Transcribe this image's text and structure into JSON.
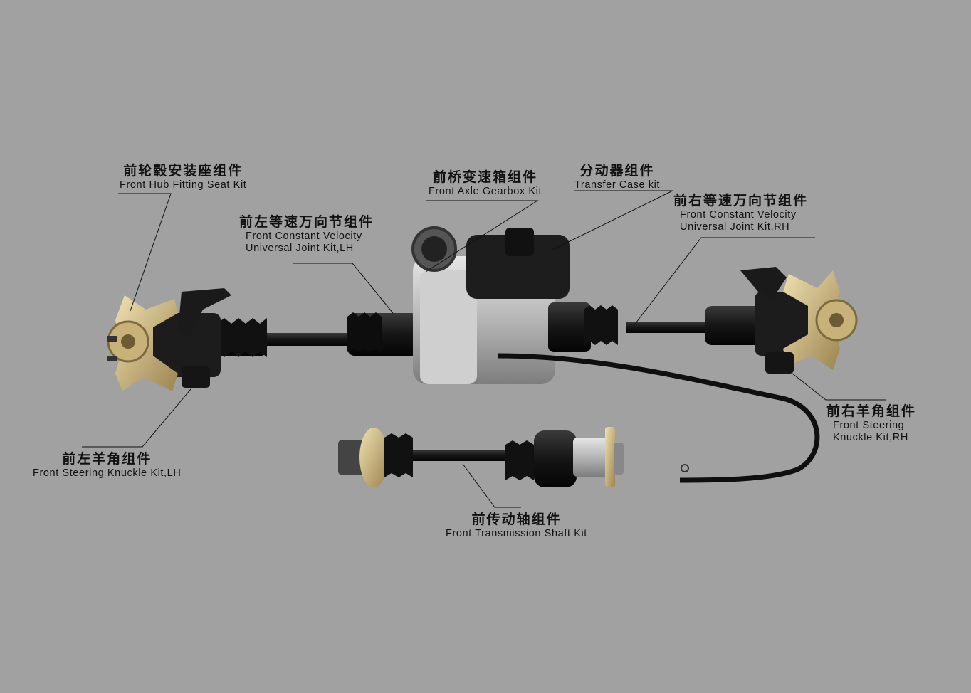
{
  "labels": {
    "hub": {
      "zh": "前轮毂安装座组件",
      "en": "Front Hub Fitting Seat Kit"
    },
    "gearbox": {
      "zh": "前桥变速箱组件",
      "en": "Front Axle Gearbox Kit"
    },
    "transfer": {
      "zh": "分动器组件",
      "en": "Transfer Case kit"
    },
    "cv_rh": {
      "zh": "前右等速万向节组件",
      "en1": "Front Constant Velocity",
      "en2": "Universal Joint Kit,RH"
    },
    "cv_lh": {
      "zh": "前左等速万向节组件",
      "en1": "Front Constant Velocity",
      "en2": "Universal Joint Kit,LH"
    },
    "knuckle_lh": {
      "zh": "前左羊角组件",
      "en": "Front Steering Knuckle Kit,LH"
    },
    "knuckle_rh": {
      "zh": "前右羊角组件",
      "en1": "Front Steering",
      "en2": "Knuckle Kit,RH"
    },
    "shaft": {
      "zh": "前传动轴组件",
      "en": "Front Transmission Shaft Kit"
    }
  },
  "colors": {
    "background": "#a1a1a1",
    "metal": "#bdbdbd",
    "rubber": "#1a1a1a",
    "brass": "#c9b27a"
  }
}
